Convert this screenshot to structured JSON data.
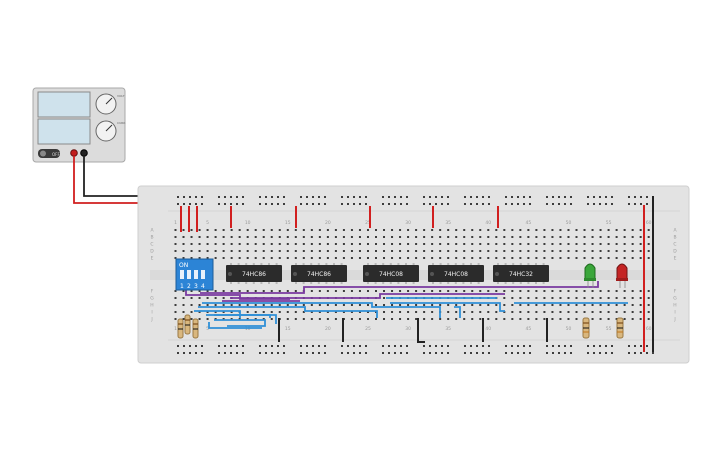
{
  "power_supply": {
    "toggle_label": "OFF",
    "knob1_label": "VOLT",
    "knob2_label": "CURR"
  },
  "dip_switch": {
    "on_label": "ON",
    "numbers": [
      "1",
      "2",
      "3",
      "4"
    ]
  },
  "chips": [
    "74HC86",
    "74HC86",
    "74HC08",
    "74HC08",
    "74HC32"
  ],
  "breadboard": {
    "col_numbers": [
      "1",
      "5",
      "10",
      "15",
      "20",
      "25",
      "30",
      "35",
      "40",
      "45",
      "50",
      "55",
      "60"
    ],
    "row_letters_top": [
      "A",
      "B",
      "C",
      "D",
      "E"
    ],
    "row_letters_bottom": [
      "F",
      "G",
      "H",
      "I",
      "J"
    ]
  },
  "leds": [
    {
      "name": "green-led",
      "color": "#3aa63a"
    },
    {
      "name": "red-led",
      "color": "#c42424"
    }
  ],
  "colors": {
    "board": "#e3e3e3",
    "hole": "#3c3c3c",
    "wire_red": "#d11f1f",
    "wire_black": "#222222",
    "wire_blue": "#2f8fd6",
    "wire_purple": "#7a3aa0",
    "chip": "#2b2b2b",
    "dip": "#2c84d6"
  }
}
